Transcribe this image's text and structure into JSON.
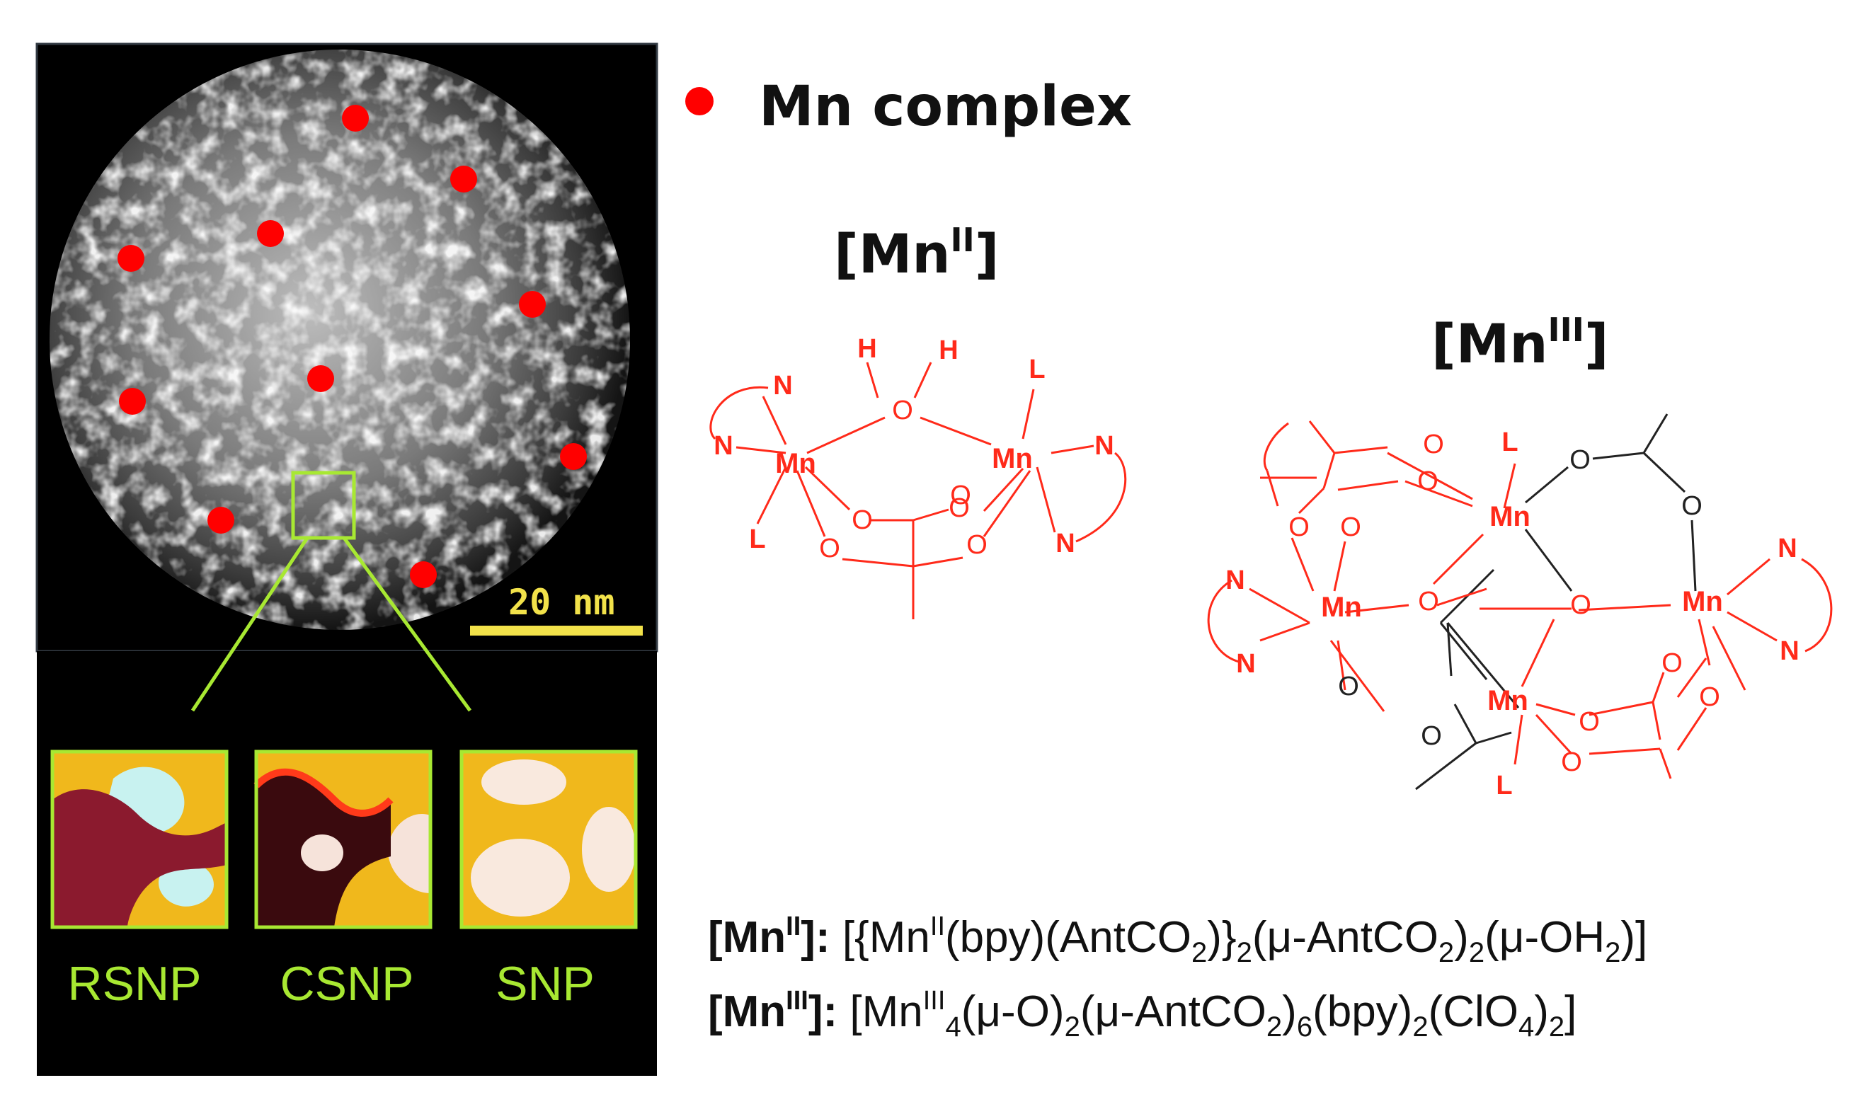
{
  "legend": {
    "label": "Mn complex",
    "marker_color": "#ff0000"
  },
  "micrograph": {
    "scale_bar_label": "20 nm",
    "scale_bar_color": "#f2e24a",
    "zoom_color": "#a8e832"
  },
  "np_types": [
    {
      "label": "RSNP"
    },
    {
      "label": "CSNP"
    },
    {
      "label": "SNP"
    }
  ],
  "complexes": {
    "mn2": {
      "heading_base": "[Mn",
      "heading_sup": "II",
      "heading_close": "]",
      "atoms": {
        "mn": "Mn",
        "o": "O",
        "n": "N",
        "l": "L",
        "h": "H"
      }
    },
    "mn3": {
      "heading_base": "[Mn",
      "heading_sup": "III",
      "heading_close": "]",
      "atoms": {
        "mn": "Mn",
        "o": "O",
        "n": "N",
        "l": "L"
      }
    }
  },
  "formulas": {
    "mn2": {
      "key": "[Mn",
      "key_sup": "II",
      "key_close": "]:",
      "parts": [
        {
          "t": "[{Mn"
        },
        {
          "sup": "II"
        },
        {
          "t": "(bpy)(AntCO"
        },
        {
          "sub": "2"
        },
        {
          "t": ")}"
        },
        {
          "sub": "2"
        },
        {
          "t": "(μ-AntCO"
        },
        {
          "sub": "2"
        },
        {
          "t": ")"
        },
        {
          "sub": "2"
        },
        {
          "t": "(μ-OH"
        },
        {
          "sub": "2"
        },
        {
          "t": ")]"
        }
      ]
    },
    "mn3": {
      "key": "[Mn",
      "key_sup": "III",
      "key_close": "]:",
      "parts": [
        {
          "t": "[Mn"
        },
        {
          "sup": "III"
        },
        {
          "sub": "4"
        },
        {
          "t": "(μ-O)"
        },
        {
          "sub": "2"
        },
        {
          "t": "(μ-AntCO"
        },
        {
          "sub": "2"
        },
        {
          "t": ")"
        },
        {
          "sub": "6"
        },
        {
          "t": "(bpy)"
        },
        {
          "sub": "2"
        },
        {
          "t": "(ClO"
        },
        {
          "sub": "4"
        },
        {
          "t": ")"
        },
        {
          "sub": "2"
        },
        {
          "t": "]"
        }
      ]
    }
  },
  "colors": {
    "ligand": "#ff2a1a",
    "bridge": "#222222"
  }
}
